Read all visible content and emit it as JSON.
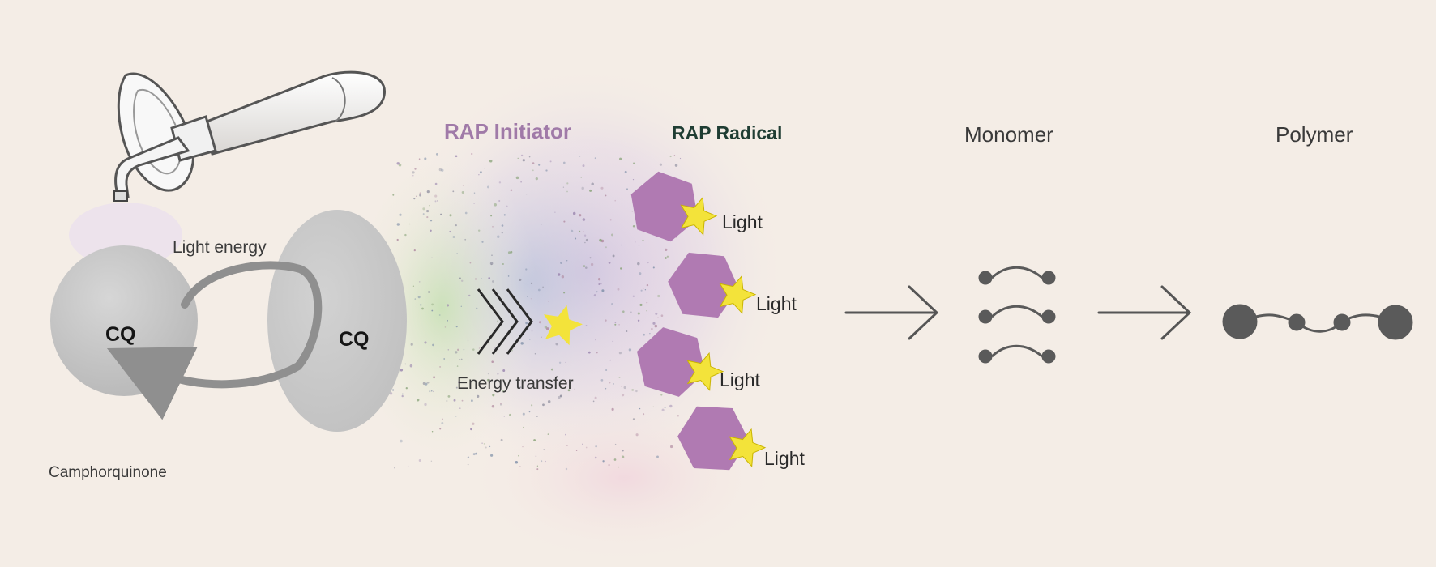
{
  "labels": {
    "rap_initiator": "RAP Initiator",
    "rap_radical": "RAP Radical",
    "monomer": "Monomer",
    "polymer": "Polymer",
    "light_energy": "Light energy",
    "energy_transfer": "Energy transfer",
    "camphorquinone": "Camphorquinone",
    "cq_left": "CQ",
    "cq_right": "CQ",
    "light_1": "Light",
    "light_2": "Light",
    "light_3": "Light",
    "light_4": "Light"
  },
  "colors": {
    "background": "#f4ede6",
    "rap_initiator_text": "#a07aa8",
    "rap_radical_text": "#1f3d33",
    "hexagon": "#b07ab2",
    "star": "#f3e33a",
    "molecule": "#5a5a5a",
    "cq_sphere": "#c9c9c9"
  },
  "icons": [
    "curing-light-icon",
    "chevron-arrows-icon",
    "star-icon",
    "hexagon-icon",
    "arrow-right-icon"
  ]
}
